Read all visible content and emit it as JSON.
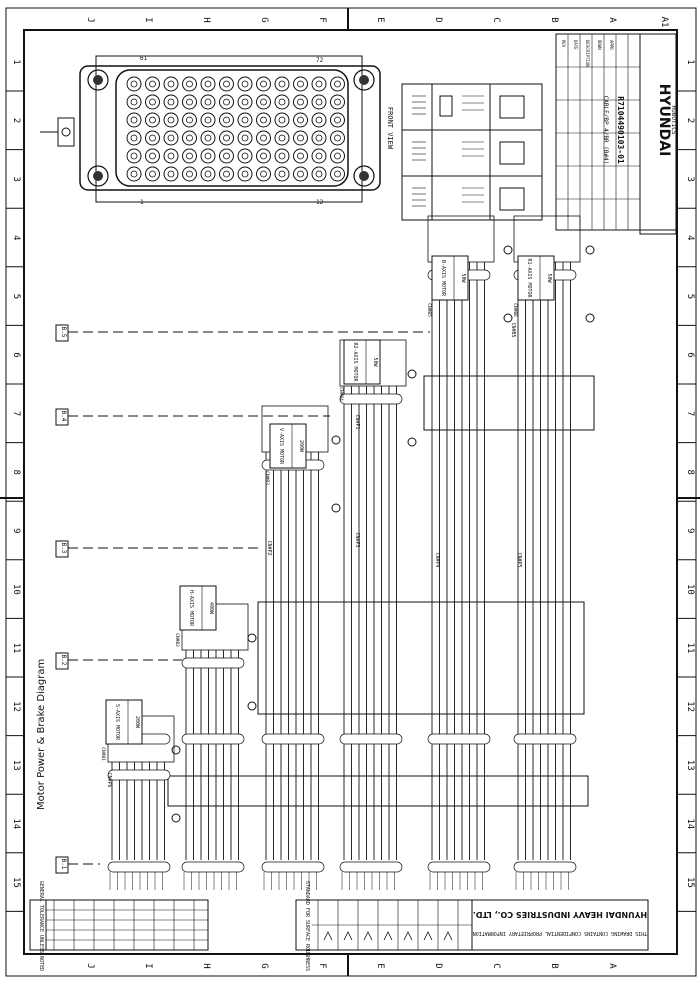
{
  "border": {
    "cols": [
      "J",
      "I",
      "H",
      "G",
      "F",
      "E",
      "D",
      "C",
      "B",
      "A"
    ],
    "rows": [
      "1",
      "2",
      "3",
      "4",
      "5",
      "6",
      "7",
      "8",
      "9",
      "10",
      "11",
      "12",
      "13",
      "14",
      "15"
    ]
  },
  "diagram_title": "Motor Power & Brake Diagram",
  "connector": {
    "pin_first": "61",
    "pin_last": "72",
    "pin_1": "1",
    "pin_12": "12",
    "front_view": "FRONT VIEW"
  },
  "page_refs": [
    "B.5",
    "B.4",
    "B.3",
    "B.2",
    "B.1"
  ],
  "motors": [
    {
      "axis": "S-AXIS MOTOR",
      "watt": "200W",
      "cn": "CN#B1"
    },
    {
      "axis": "H-AXIS MOTOR",
      "watt": "400W",
      "cn": "CN#B2"
    },
    {
      "axis": "V-AXIS MOTOR",
      "watt": "200W",
      "cn": "CN#B3"
    },
    {
      "axis": "R2-AXIS MOTOR",
      "watt": "50W",
      "cn": "CN#B4"
    },
    {
      "axis": "B-AXIS MOTOR",
      "watt": "50W",
      "cn": "CN#B5"
    },
    {
      "axis": "R1-AXIS MOTOR",
      "watt": "50W",
      "cn": "CN#B6"
    }
  ],
  "section_labels": [
    "CN#P1",
    "CN#B5",
    "CN#P2",
    "CN#P3",
    "CN#P4",
    "CN#P5",
    "CN#P6"
  ],
  "revision_labels": [
    "REV",
    "DATE",
    "DESCRIPTION",
    "DRWN",
    "APPD"
  ],
  "title_block": {
    "project": "CABLE/BP 4/BR (B#4)",
    "drawing_no": "R7104490103-01",
    "company": "HYUNDAI",
    "company_sub": "ROBOTICS",
    "corner": "A1"
  },
  "bottom_block": {
    "company_name": "HYUNDAI HEAVY INDUSTRIES CO., LTD.",
    "notice": "THIS DRAWING CONTAINS CONFIDENTIAL PROPRIETARY INFORMATION",
    "tolerance_label": "GENERAL TOLERANCE UNLESS NOTED",
    "surface_label": "STANDARD FOR SURFACE ROUGHNESS"
  }
}
